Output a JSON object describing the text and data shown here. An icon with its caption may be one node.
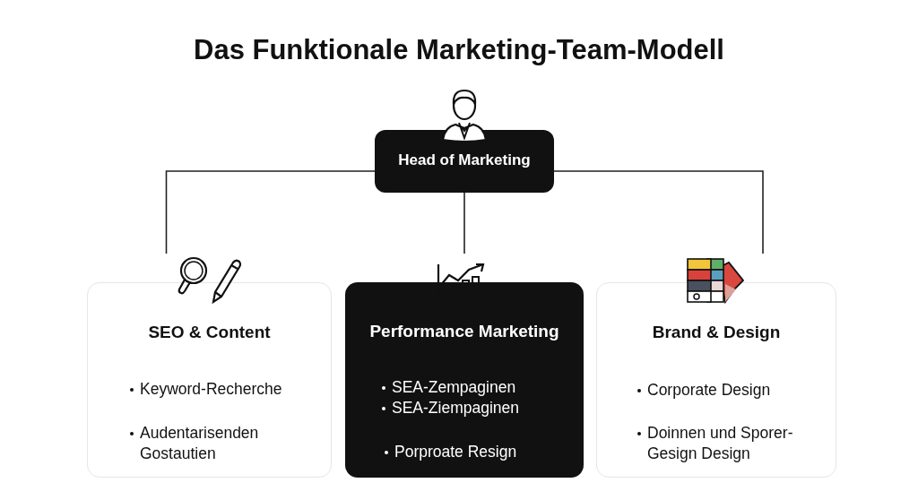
{
  "diagram": {
    "title": "Das Funktionale Marketing-Team-Modell",
    "nodes": [
      {
        "text": [
          "Head of Marketing"
        ]
      },
      {
        "text": [
          "SEO & Content",
          "Keyword-Recherche",
          "Audentarisenden Gostautien"
        ]
      },
      {
        "text": [
          "Performance Marketing",
          "SEA-Zempaginen",
          "SEA-Ziempaginen",
          "Porproate Resign"
        ]
      },
      {
        "text": [
          "Brand & Design",
          "Corporate Design",
          "Doinnen und Sporer-Gesign Design"
        ]
      }
    ],
    "edges": [
      {
        "from": 0,
        "to": 1,
        "arrow": "none"
      },
      {
        "from": 0,
        "to": 2,
        "arrow": "none"
      },
      {
        "from": 0,
        "to": 3,
        "arrow": "none"
      }
    ]
  }
}
